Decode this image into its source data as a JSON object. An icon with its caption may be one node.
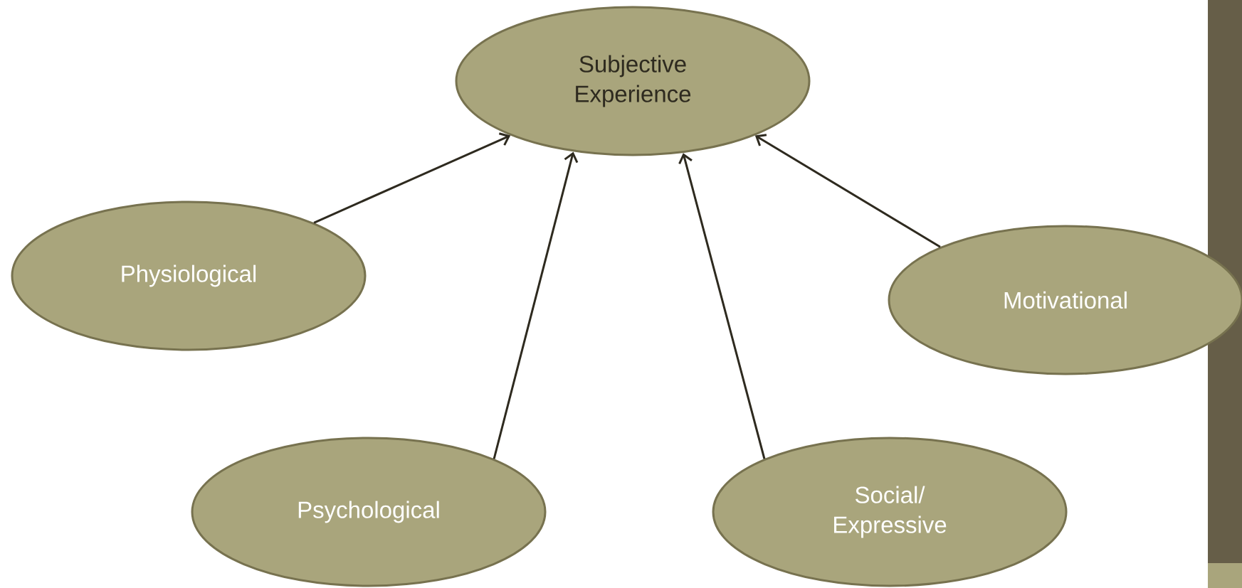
{
  "diagram": {
    "nodes": [
      {
        "text": [
          "Subjective Experience"
        ]
      },
      {
        "text": [
          "Physiological"
        ]
      },
      {
        "text": [
          "Motivational"
        ]
      },
      {
        "text": [
          "Psychological"
        ]
      },
      {
        "text": [
          "Social/ Expressive"
        ]
      }
    ],
    "edges": [
      {
        "from": 1,
        "to": 0,
        "arrow": "to"
      },
      {
        "from": 3,
        "to": 0,
        "arrow": "to"
      },
      {
        "from": 4,
        "to": 0,
        "arrow": "to"
      },
      {
        "from": 2,
        "to": 0,
        "arrow": "to"
      }
    ]
  }
}
